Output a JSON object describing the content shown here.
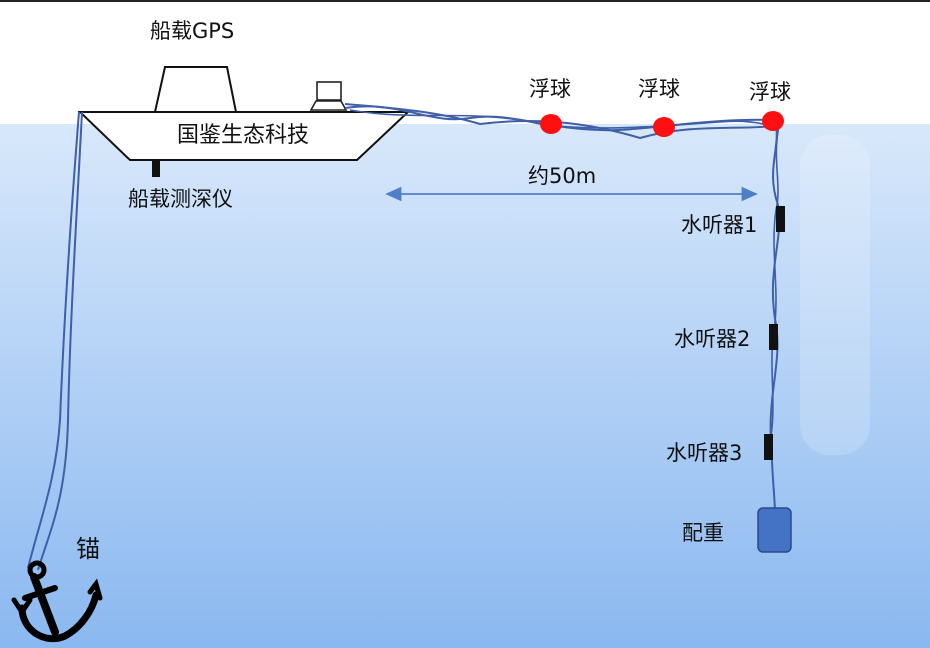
{
  "labels": {
    "boat_gps": "船载GPS",
    "boat_name": "国鉴生态科技",
    "echo_sounder": "船载测深仪",
    "buoy_1": "浮球",
    "buoy_2": "浮球",
    "buoy_3": "浮球",
    "distance": "约50m",
    "hydrophone_1": "水听器1",
    "hydrophone_2": "水听器2",
    "hydrophone_3": "水听器3",
    "counterweight": "配重",
    "anchor": "锚"
  },
  "icons": {
    "laptop": "laptop-icon",
    "anchor": "anchor-icon"
  },
  "colors": {
    "water_top": "#d8e8fb",
    "water_bottom": "#8ab8f0",
    "cable": "#3f5fa8",
    "buoy": "#ff1010",
    "hydrophone": "#111111",
    "counterweight": "#4472c4",
    "arrow": "#4f7fc8"
  }
}
